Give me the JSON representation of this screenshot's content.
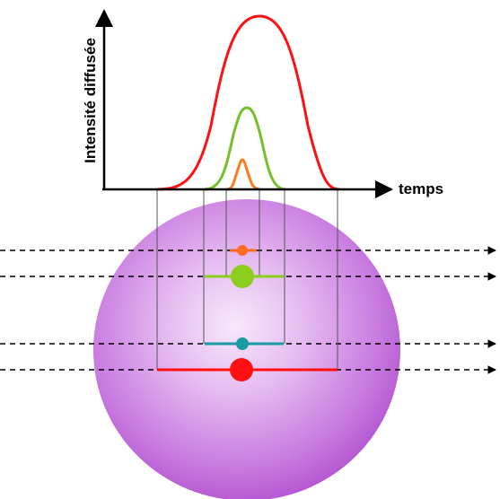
{
  "axes": {
    "y_label": "Intensité diffusée",
    "x_label": "temps"
  },
  "colors": {
    "sphere_center": "#f6e6fb",
    "sphere_mid": "#d79ae8",
    "sphere_edge": "#b85fd2",
    "large_curve": "#ff0000",
    "medium_curve": "#77bf2a",
    "small_curve": "#ff7a21",
    "cyan_particle": "#1a9ba4",
    "axis": "#000000",
    "guide_lines": "#555555"
  },
  "particles": [
    {
      "name": "orange-particle",
      "color": "#ff6a22"
    },
    {
      "name": "green-particle",
      "color": "#8ccd1e"
    },
    {
      "name": "cyan-particle",
      "color": "#1a9ba4"
    },
    {
      "name": "red-particle",
      "color": "#ff1010"
    }
  ]
}
